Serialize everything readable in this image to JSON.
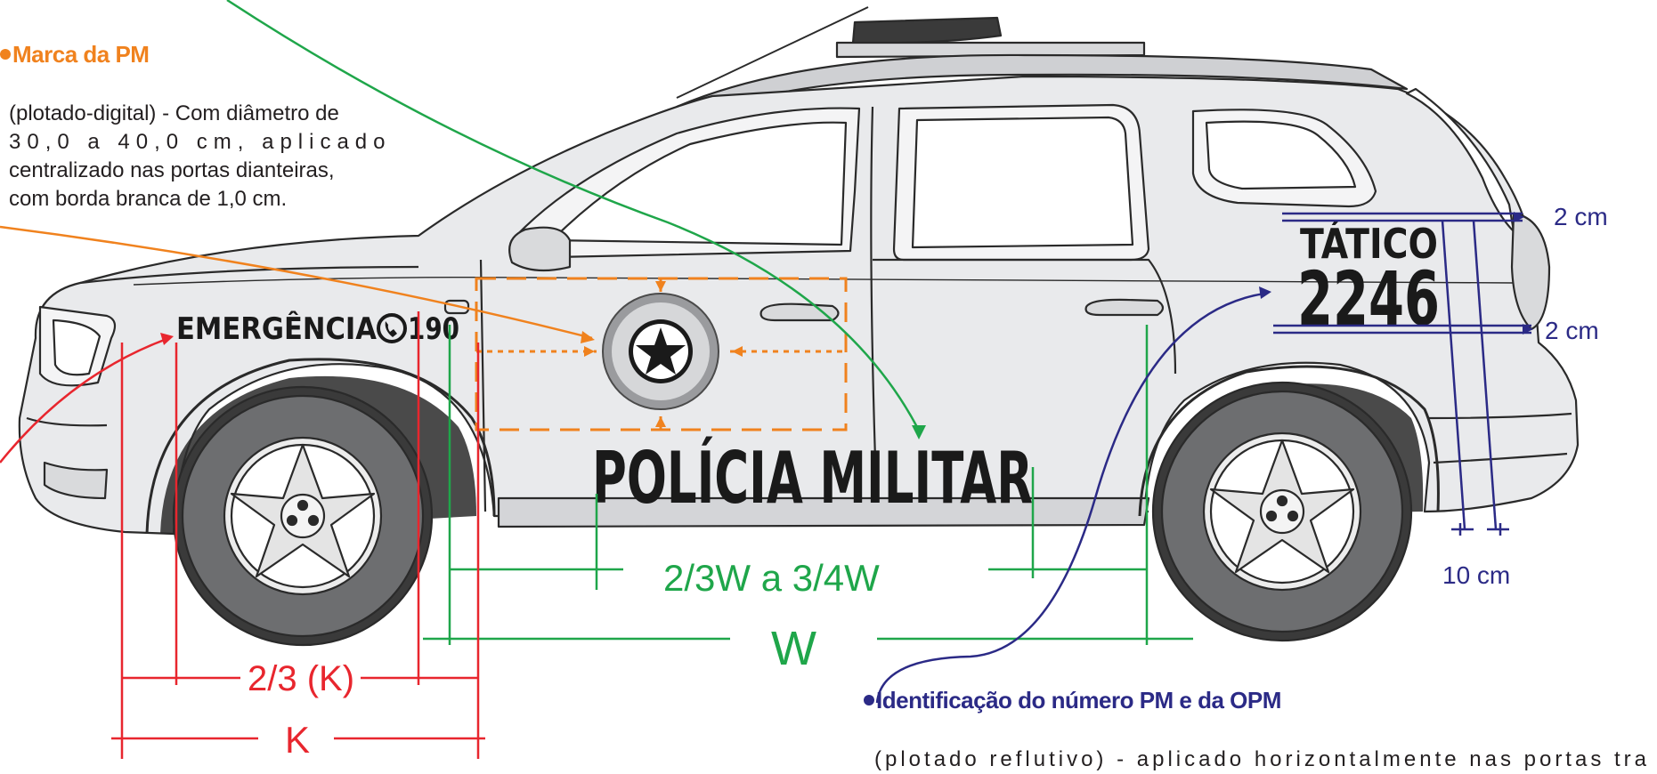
{
  "colors": {
    "orange": "#f0821e",
    "green": "#1fa64a",
    "red": "#e8262e",
    "navy": "#2b2a86",
    "decal_text": "#1a1a1a",
    "body_fill": "#e9eaec",
    "outline": "#2a2a2a"
  },
  "notes": {
    "brand": {
      "title": "Marca da PM",
      "body_lines": [
        "(plotado-digital) - Com diâmetro de",
        "30,0 a 40,0 cm, aplicado",
        "centralizado nas portas dianteiras,",
        "com borda branca de 1,0 cm."
      ]
    },
    "identification": {
      "title": "Identificação do número PM e da OPM",
      "body_partial": "(plotado reflutivo) - aplicado horizontalmente nas portas traseiras"
    }
  },
  "decals": {
    "emergency": "EMERGÊNCIA",
    "emergency_phone_icon": "phone-icon",
    "emergency_number": "190",
    "side_text": "POLÍCIA MILITAR",
    "unit_name": "TÁTICO",
    "unit_number": "2246",
    "emblem_icon": "star-emblem-icon"
  },
  "dimensions": {
    "top_margin": "2 cm",
    "bottom_margin": "2 cm",
    "rear_offset": "10 cm",
    "text_width": "2/3W a 3/4W",
    "door_span": "W",
    "emergency_width": "2/3 (K)",
    "front_span": "K"
  }
}
